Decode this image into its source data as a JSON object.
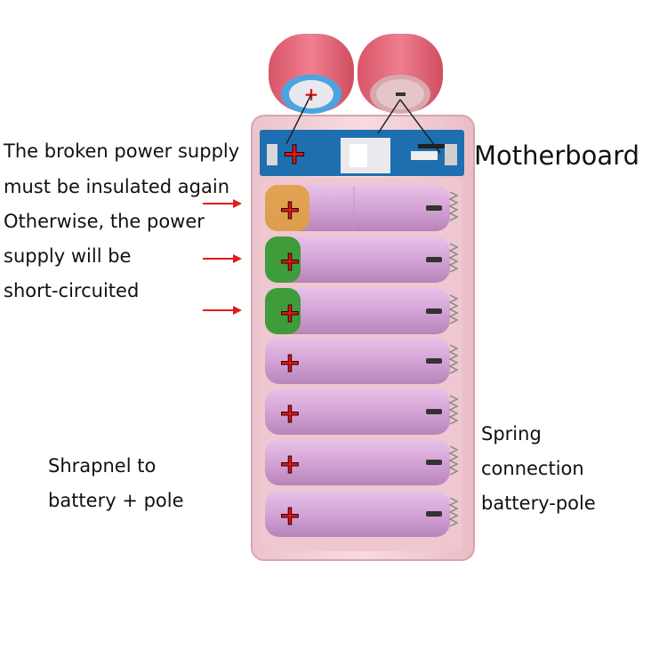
{
  "labels": {
    "warning_lines": [
      "The broken power supply",
      "must be insulated again",
      "Otherwise, the power",
      "supply will be",
      "short-circuited"
    ],
    "motherboard": "Motherboard",
    "shrapnel_lines": [
      "Shrapnel to",
      "battery + pole"
    ],
    "spring_lines": [
      "Spring",
      "connection",
      "battery-pole"
    ]
  },
  "cells": {
    "count": 7,
    "wrap_colors": [
      "#e0a040",
      "#3f9c3a",
      "#3f9c3a",
      null,
      null,
      null,
      null
    ]
  },
  "colors": {
    "battery_body": "#d7a6d8",
    "case": "#f3cfd6",
    "arrow": "#e21b1b",
    "plus_mark": "#e01616",
    "top_cell": "#e46a7c",
    "board": "#1e6fb0"
  }
}
